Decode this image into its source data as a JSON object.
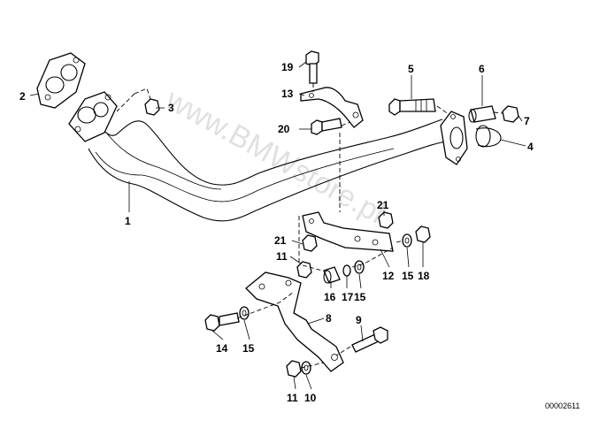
{
  "callouts": [
    {
      "id": "p1",
      "label": "1"
    },
    {
      "id": "p2",
      "label": "2"
    },
    {
      "id": "p3",
      "label": "3"
    },
    {
      "id": "p4",
      "label": "4"
    },
    {
      "id": "p5",
      "label": "5"
    },
    {
      "id": "p6",
      "label": "6"
    },
    {
      "id": "p7",
      "label": "7"
    },
    {
      "id": "p8",
      "label": "8"
    },
    {
      "id": "p9",
      "label": "9"
    },
    {
      "id": "p10",
      "label": "10"
    },
    {
      "id": "p11a",
      "label": "11"
    },
    {
      "id": "p11b",
      "label": "11"
    },
    {
      "id": "p12",
      "label": "12"
    },
    {
      "id": "p13",
      "label": "13"
    },
    {
      "id": "p14",
      "label": "14"
    },
    {
      "id": "p15a",
      "label": "15"
    },
    {
      "id": "p15b",
      "label": "15"
    },
    {
      "id": "p15c",
      "label": "15"
    },
    {
      "id": "p16",
      "label": "16"
    },
    {
      "id": "p17",
      "label": "17"
    },
    {
      "id": "p18",
      "label": "18"
    },
    {
      "id": "p19",
      "label": "19"
    },
    {
      "id": "p20",
      "label": "20"
    },
    {
      "id": "p21a",
      "label": "21"
    },
    {
      "id": "p21b",
      "label": "21"
    }
  ],
  "watermark": "www.BMWstore.pl",
  "reference_number": "00002611"
}
